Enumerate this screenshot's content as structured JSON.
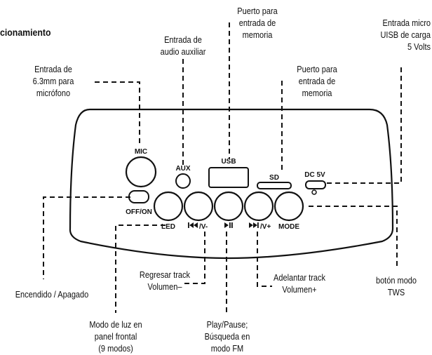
{
  "title": "cionamiento",
  "callouts": {
    "mic_input": "Entrada de\n6.3mm para\nmicrófono",
    "aux_input": "Entrada de\naudio auxiliar",
    "usb_slot": "Puerto para\nentrada de\nmemoria",
    "sd_slot": "Puerto para\nentrada de\nmemoria",
    "micro_usb": "Entrada micro\nUISB de carga\n5 Volts",
    "power": "Encendido / Apagado",
    "led_mode": "Modo de luz en\npanel frontal\n(9 modos)",
    "prev_volume": "Regresar track\nVolumen–",
    "play_pause": "Play/Pause;\nBúsqueda en\nmodo FM",
    "next_volume": "Adelantar track\nVolumen+",
    "tws_button": "botón modo\nTWS"
  },
  "panel_labels": {
    "mic": "MIC",
    "aux": "AUX",
    "usb": "USB",
    "sd": "SD",
    "dc": "DC 5V",
    "offon": "OFF/ON",
    "led": "LED",
    "prev": "/V-",
    "play": "",
    "next": "/V+",
    "mode": "MODE"
  },
  "icons": {
    "prev": "skip-back-icon",
    "play": "play-pause-icon",
    "next": "skip-forward-icon"
  }
}
